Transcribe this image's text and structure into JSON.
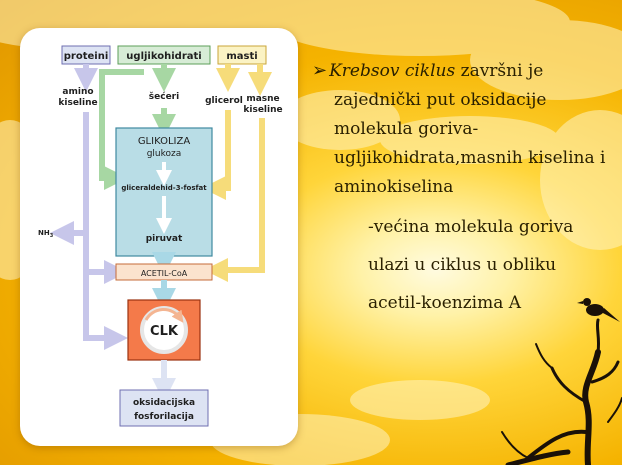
{
  "slide": {
    "colors": {
      "sun_center": "#fffbe0",
      "sky": "#f5b300",
      "box_blue": "#dde3f3",
      "box_green": "#d7ecd6",
      "box_yellow": "#fbf3c4",
      "glikoliza_fill": "#b9dde6",
      "clk_fill": "#f47a4a",
      "arrow_purple": "#c7c6ea",
      "arrow_green": "#a7d7a3",
      "arrow_yellow": "#f6dc7a",
      "arrow_blue": "#a9d8e6"
    },
    "diagram": {
      "sources": {
        "proteini": "proteini",
        "ugljikohidrati": "ugljikohidrati",
        "masti": "masti"
      },
      "labels": {
        "amino_1": "amino",
        "amino_2": "kiseline",
        "seceri": "šećeri",
        "glicerol": "glicerol",
        "masne_1": "masne",
        "masne_2": "kiseline",
        "glikoliza": "GLIKOLIZA",
        "glukoza": "glukoza",
        "gliceraldehid": "gliceraldehid-3-fosfat",
        "piruvat": "piruvat",
        "nh3": "NH",
        "nh3_sub": "3",
        "acetil": "ACETIL-CoA",
        "clk": "CLK",
        "oksid_1": "oksidacijska",
        "oksid_2": "fosforilacija"
      }
    },
    "text": {
      "bullet_icon": "arrow-bullet",
      "bullet_term": "Krebsov ciklus",
      "bullet_rest": " završni je",
      "lines": [
        "zajednički put oksidacije",
        "molekula goriva-",
        "ugljikohidrata,masnih kiselina i",
        "aminokiselina"
      ],
      "sub_lines": [
        "-većina molekula goriva",
        "ulazi u ciklus u obliku",
        "acetil-koenzima A"
      ]
    }
  }
}
